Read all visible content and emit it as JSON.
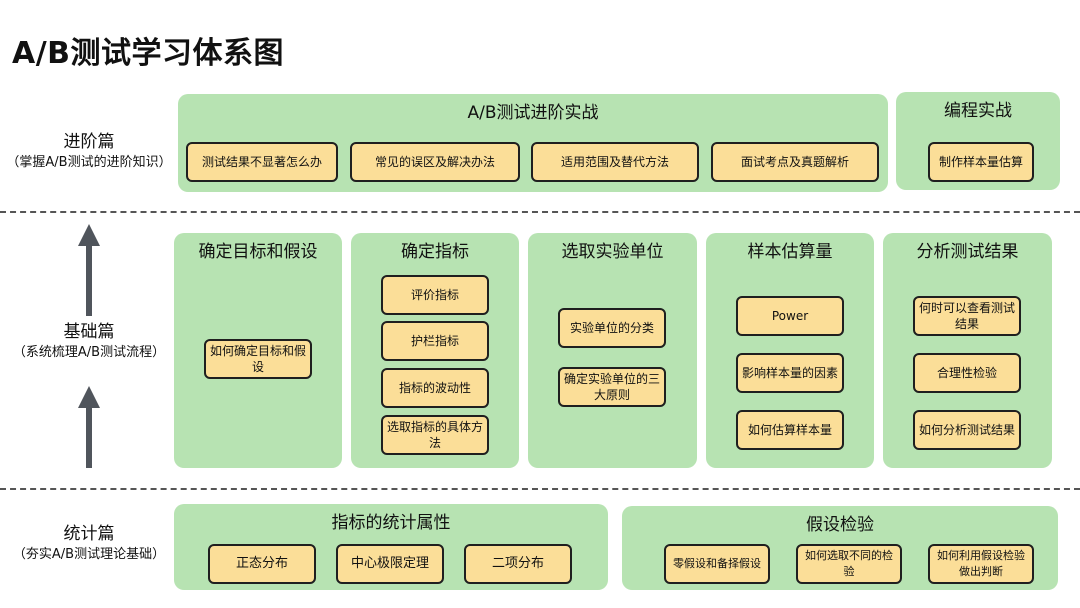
{
  "title": "A/B测试学习体系图",
  "rows": {
    "advanced": {
      "label": "进阶篇",
      "sublabel": "（掌握A/B测试的进阶知识）"
    },
    "basic": {
      "label": "基础篇",
      "sublabel": "（系统梳理A/B测试流程）"
    },
    "stats": {
      "label": "统计篇",
      "sublabel": "（夯实A/B测试理论基础）"
    }
  },
  "advanced": {
    "practice": {
      "title": "A/B测试进阶实战",
      "items": [
        "测试结果不显著怎么办",
        "常见的误区及解决办法",
        "适用范围及替代方法",
        "面试考点及真题解析"
      ]
    },
    "coding": {
      "title": "编程实战",
      "items": [
        "制作样本量估算"
      ]
    }
  },
  "basic": {
    "goal": {
      "title": "确定目标和假设",
      "items": [
        "如何确定目标和假设"
      ]
    },
    "metrics": {
      "title": "确定指标",
      "items": [
        "评价指标",
        "护栏指标",
        "指标的波动性",
        "选取指标的具体方法"
      ]
    },
    "unit": {
      "title": "选取实验单位",
      "items": [
        "实验单位的分类",
        "确定实验单位的三大原则"
      ]
    },
    "sample": {
      "title": "样本估算量",
      "items": [
        "Power",
        "影响样本量的因素",
        "如何估算样本量"
      ]
    },
    "analysis": {
      "title": "分析测试结果",
      "items": [
        "何时可以查看测试结果",
        "合理性检验",
        "如何分析测试结果"
      ]
    }
  },
  "stats": {
    "properties": {
      "title": "指标的统计属性",
      "items": [
        "正态分布",
        "中心极限定理",
        "二项分布"
      ]
    },
    "hypothesis": {
      "title": "假设检验",
      "items": [
        "零假设和备择假设",
        "如何选取不同的检验",
        "如何利用假设检验做出判断"
      ]
    }
  }
}
